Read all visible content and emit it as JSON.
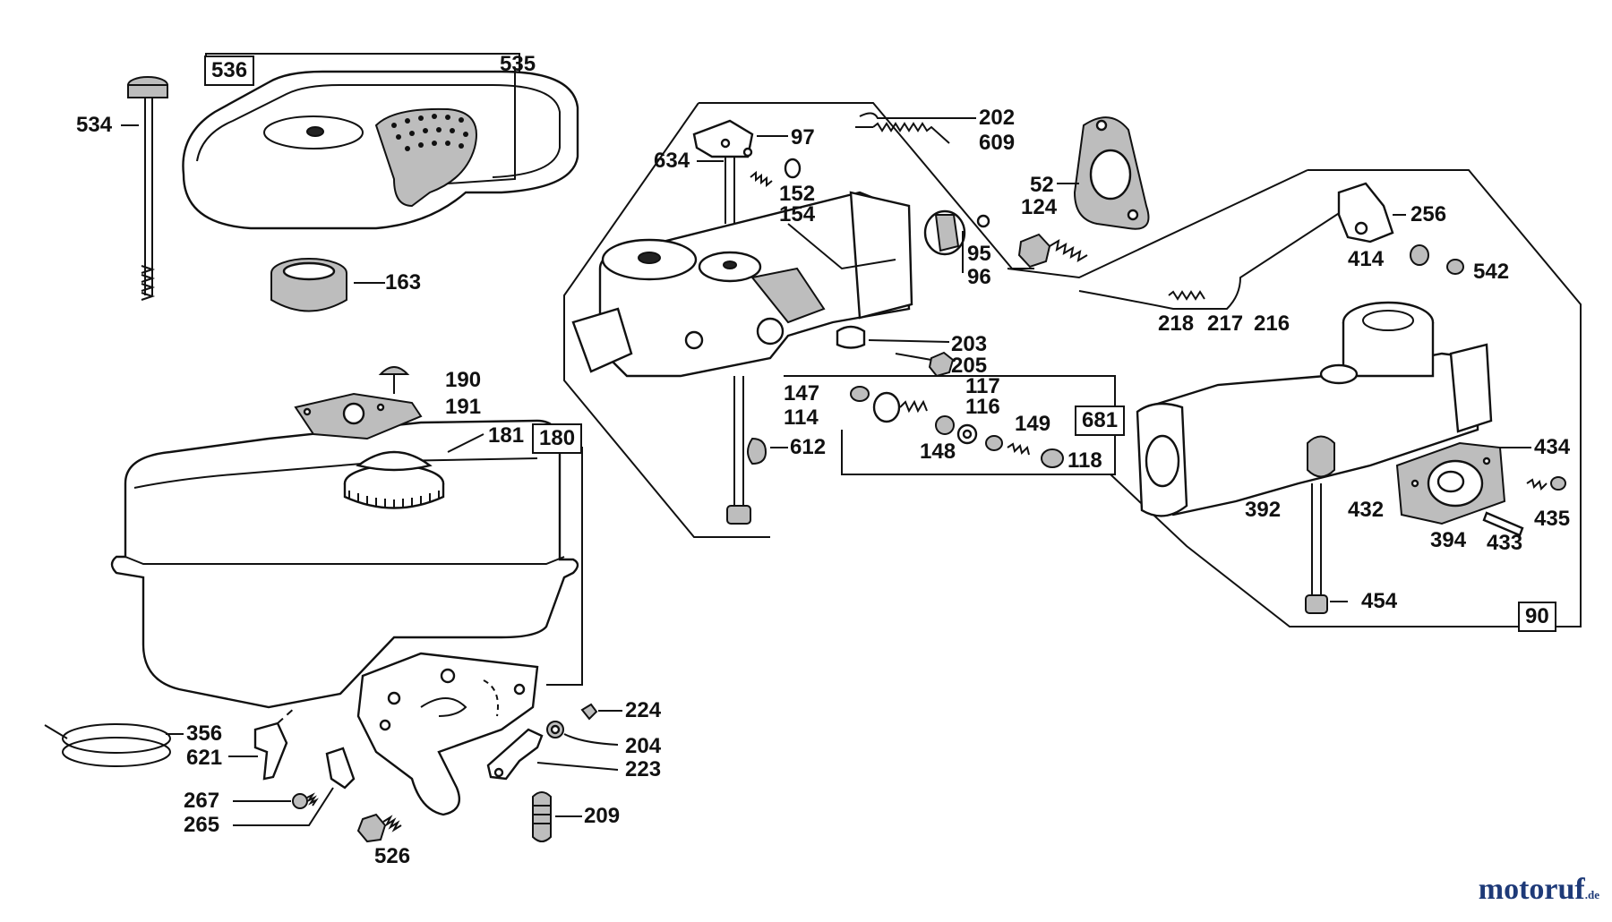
{
  "callouts": {
    "p534": "534",
    "p536": "536",
    "p535": "535",
    "p163": "163",
    "p190": "190",
    "p191": "191",
    "p181": "181",
    "p180": "180",
    "p356": "356",
    "p621": "621",
    "p267": "267",
    "p265": "265",
    "p526": "526",
    "p224": "224",
    "p204": "204",
    "p223": "223",
    "p209": "209",
    "p202": "202",
    "p609": "609",
    "p97": "97",
    "p634": "634",
    "p152": "152",
    "p154": "154",
    "p95": "95",
    "p96": "96",
    "p203": "203",
    "p205": "205",
    "p612": "612",
    "p147": "147",
    "p117": "117",
    "p114": "114",
    "p116": "116",
    "p149": "149",
    "p681": "681",
    "p148": "148",
    "p118": "118",
    "p52": "52",
    "p124": "124",
    "p256": "256",
    "p414": "414",
    "p542": "542",
    "p218": "218",
    "p217": "217",
    "p216": "216",
    "p434": "434",
    "p435": "435",
    "p392": "392",
    "p432": "432",
    "p394": "394",
    "p433": "433",
    "p454": "454",
    "p90": "90"
  },
  "watermark": {
    "brand": "motoruf",
    "tld": ".de"
  }
}
